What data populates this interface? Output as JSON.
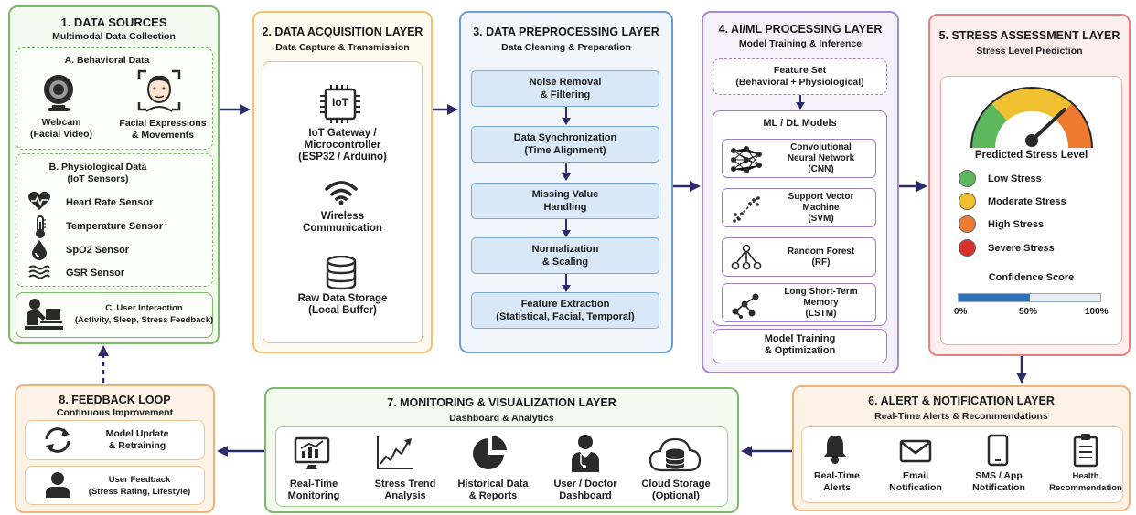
{
  "data_sources": {
    "title": "1. DATA SOURCES",
    "subtitle": "Multimodal Data Collection",
    "behavioral": {
      "title": "A. Behavioral Data",
      "webcam": "Webcam\n(Facial Video)",
      "facial": "Facial Expressions\n& Movements"
    },
    "physiological": {
      "title": "B. Physiological Data\n(IoT Sensors)",
      "sensors": [
        "Heart Rate Sensor",
        "Temperature Sensor",
        "SpO2 Sensor",
        "GSR Sensor"
      ]
    },
    "user_interaction": "C. User Interaction\n(Activity, Sleep, Stress Feedback)"
  },
  "acquisition": {
    "title": "2. DATA ACQUISITION LAYER",
    "subtitle": "Data Capture & Transmission",
    "iot_chip_text": "IoT",
    "gateway": "IoT Gateway /\nMicrocontroller\n(ESP32 / Arduino)",
    "wireless": "Wireless\nCommunication",
    "storage": "Raw Data Storage\n(Local Buffer)"
  },
  "preprocessing": {
    "title": "3. DATA PREPROCESSING LAYER",
    "subtitle": "Data Cleaning & Preparation",
    "steps": [
      "Noise Removal\n& Filtering",
      "Data Synchronization\n(Time Alignment)",
      "Missing Value\nHandling",
      "Normalization\n& Scaling",
      "Feature Extraction\n(Statistical, Facial, Temporal)"
    ]
  },
  "aiml": {
    "title": "4. AI/ML PROCESSING LAYER",
    "subtitle": "Model Training & Inference",
    "feature_set": "Feature Set\n(Behavioral + Physiological)",
    "models_title": "ML / DL Models",
    "models": [
      "Convolutional\nNeural Network\n(CNN)",
      "Support Vector\nMachine\n(SVM)",
      "Random Forest\n(RF)",
      "Long Short-Term\nMemory\n(LSTM)"
    ],
    "training": "Model Training\n& Optimization"
  },
  "stress": {
    "title": "5. STRESS ASSESSMENT LAYER",
    "subtitle": "Stress Level Prediction",
    "predicted_label": "Predicted Stress Level",
    "levels": [
      {
        "label": "Low Stress",
        "color": "#5cb85c"
      },
      {
        "label": "Moderate Stress",
        "color": "#f0c030"
      },
      {
        "label": "High Stress",
        "color": "#f07a30"
      },
      {
        "label": "Severe Stress",
        "color": "#d9302c"
      }
    ],
    "confidence_title": "Confidence Score",
    "confidence_value": 0.5,
    "ticks": [
      "0%",
      "50%",
      "100%"
    ]
  },
  "alerts": {
    "title": "6. ALERT & NOTIFICATION LAYER",
    "subtitle": "Real-Time Alerts & Recommendations",
    "items": [
      "Real-Time\nAlerts",
      "Email\nNotification",
      "SMS / App\nNotification",
      "Health\nRecommendation"
    ]
  },
  "monitoring": {
    "title": "7. MONITORING & VISUALIZATION LAYER",
    "subtitle": "Dashboard & Analytics",
    "items": [
      "Real-Time\nMonitoring",
      "Stress Trend\nAnalysis",
      "Historical Data\n& Reports",
      "User / Doctor\nDashboard",
      "Cloud Storage\n(Optional)"
    ]
  },
  "feedback": {
    "title": "8. FEEDBACK LOOP",
    "subtitle": "Continuous Improvement",
    "update": "Model Update\n& Retraining",
    "user_feedback": "User Feedback\n(Stress Rating, Lifestyle)"
  },
  "colors": {
    "green": "#7cb96a",
    "yellow": "#f2c56a",
    "blue": "#6a9fd6",
    "purple": "#a58ad3",
    "red": "#ee7d7d",
    "orange": "#f0b27a",
    "arrow": "#2b2a6b"
  }
}
